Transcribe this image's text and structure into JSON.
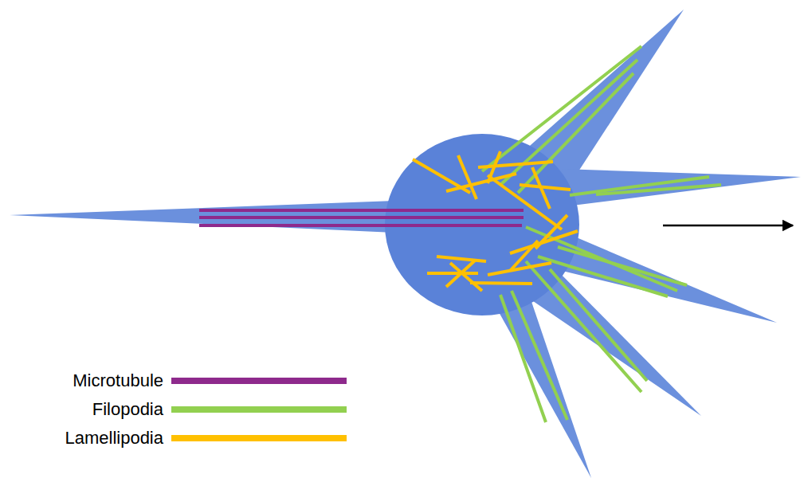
{
  "diagram": {
    "legend": [
      {
        "text": "Microtubule",
        "color": "#8e2a8c"
      },
      {
        "text": "Filopodia",
        "color": "#92d050"
      },
      {
        "text": "Lamellipodia",
        "color": "#ffc000"
      }
    ]
  }
}
